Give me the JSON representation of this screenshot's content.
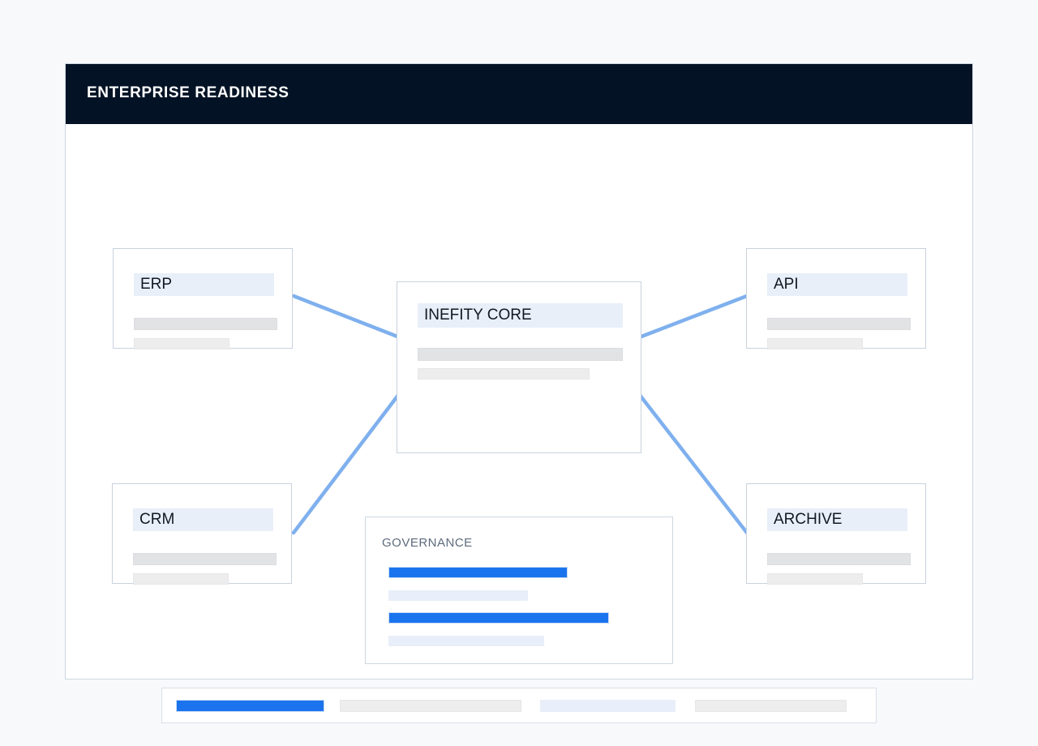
{
  "header": {
    "title": "ENTERPRISE READINESS"
  },
  "theme": {
    "page_background": "#f7f9fb",
    "header_background": "#031325",
    "header_text": "#ffffff",
    "card_border": "#c8d2de",
    "node_title_background": "#e8eff9",
    "accent_blue": "#1b74ed",
    "accent_blue_pale": "#e8effa",
    "placeholder_gray_strong": "#e2e3e5",
    "placeholder_gray_soft": "#ededee",
    "connector_blue": "#7fb0ee",
    "muted_text": "#5d6b7d"
  },
  "nodes": {
    "core": {
      "title": "INEFITY CORE",
      "placeholders": [
        "",
        ""
      ]
    },
    "erp": {
      "title": "ERP",
      "placeholders": [
        "",
        ""
      ]
    },
    "api": {
      "title": "API",
      "placeholders": [
        "",
        ""
      ]
    },
    "crm": {
      "title": "CRM",
      "placeholders": [
        "",
        ""
      ]
    },
    "archive": {
      "title": "ARCHIVE",
      "placeholders": [
        "",
        ""
      ]
    }
  },
  "governance": {
    "title": "GOVERNANCE",
    "rows": [
      {
        "style": "blue"
      },
      {
        "style": "blue-pale"
      },
      {
        "style": "blue"
      },
      {
        "style": "blue-pale"
      }
    ]
  },
  "status_strip": {
    "segments": [
      {
        "state": "active",
        "color": "#1b74ed"
      },
      {
        "state": "inactive",
        "color": "#ededee"
      },
      {
        "state": "highlighted",
        "color": "#e8effa"
      },
      {
        "state": "inactive",
        "color": "#f0f0f1"
      }
    ]
  },
  "connectors": [
    {
      "from": "erp",
      "to": "core"
    },
    {
      "from": "core",
      "to": "api"
    },
    {
      "from": "crm",
      "to": "core"
    },
    {
      "from": "core",
      "to": "archive"
    }
  ]
}
